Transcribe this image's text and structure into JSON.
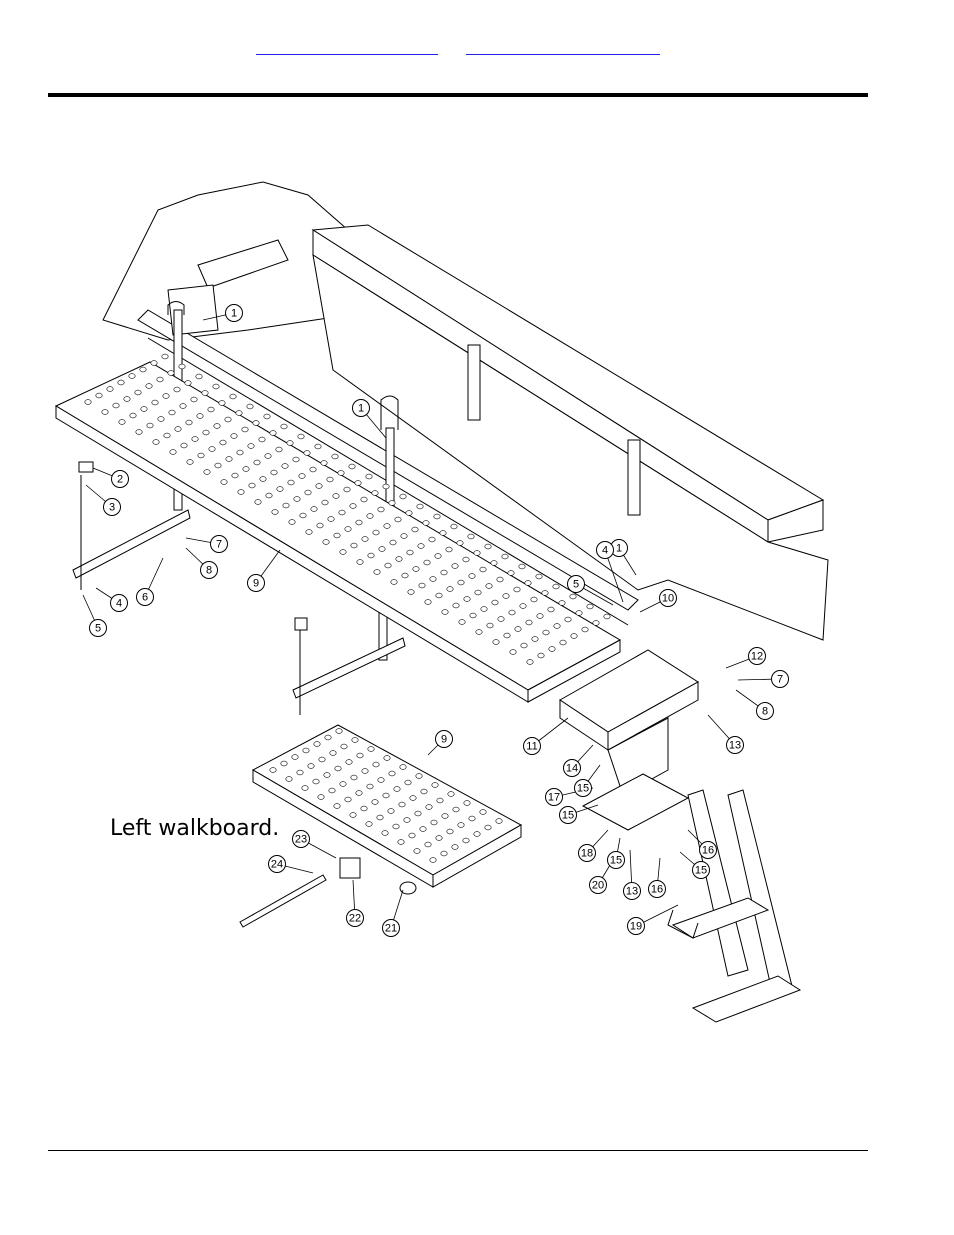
{
  "nav": {
    "link1": "",
    "link2": ""
  },
  "diagram": {
    "label": "Left walkboard.",
    "callouts": [
      "1",
      "1",
      "1",
      "2",
      "3",
      "4",
      "4",
      "5",
      "5",
      "6",
      "7",
      "7",
      "8",
      "8",
      "9",
      "9",
      "10",
      "11",
      "12",
      "13",
      "13",
      "14",
      "15",
      "15",
      "15",
      "15",
      "16",
      "16",
      "17",
      "18",
      "19",
      "20",
      "21",
      "22",
      "23",
      "24"
    ]
  }
}
